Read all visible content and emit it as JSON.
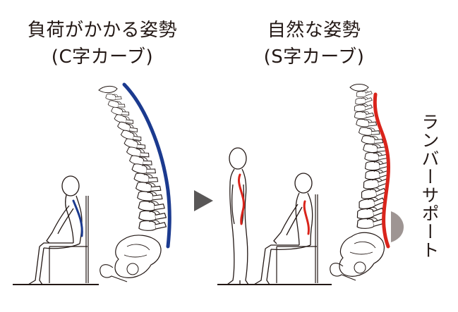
{
  "left_panel": {
    "title_line1": "負荷がかかる姿勢",
    "title_line2": "(C字カーブ)"
  },
  "right_panel": {
    "title_line1": "自然な姿勢",
    "title_line2": "(S字カーブ)"
  },
  "lumbar_support_label": "ランバーサポート",
  "colors": {
    "c_curve": "#1b3a8f",
    "s_curve": "#d9241b",
    "arrow": "#595757",
    "support_pad": "#9e9593",
    "line_art": "#231815"
  }
}
